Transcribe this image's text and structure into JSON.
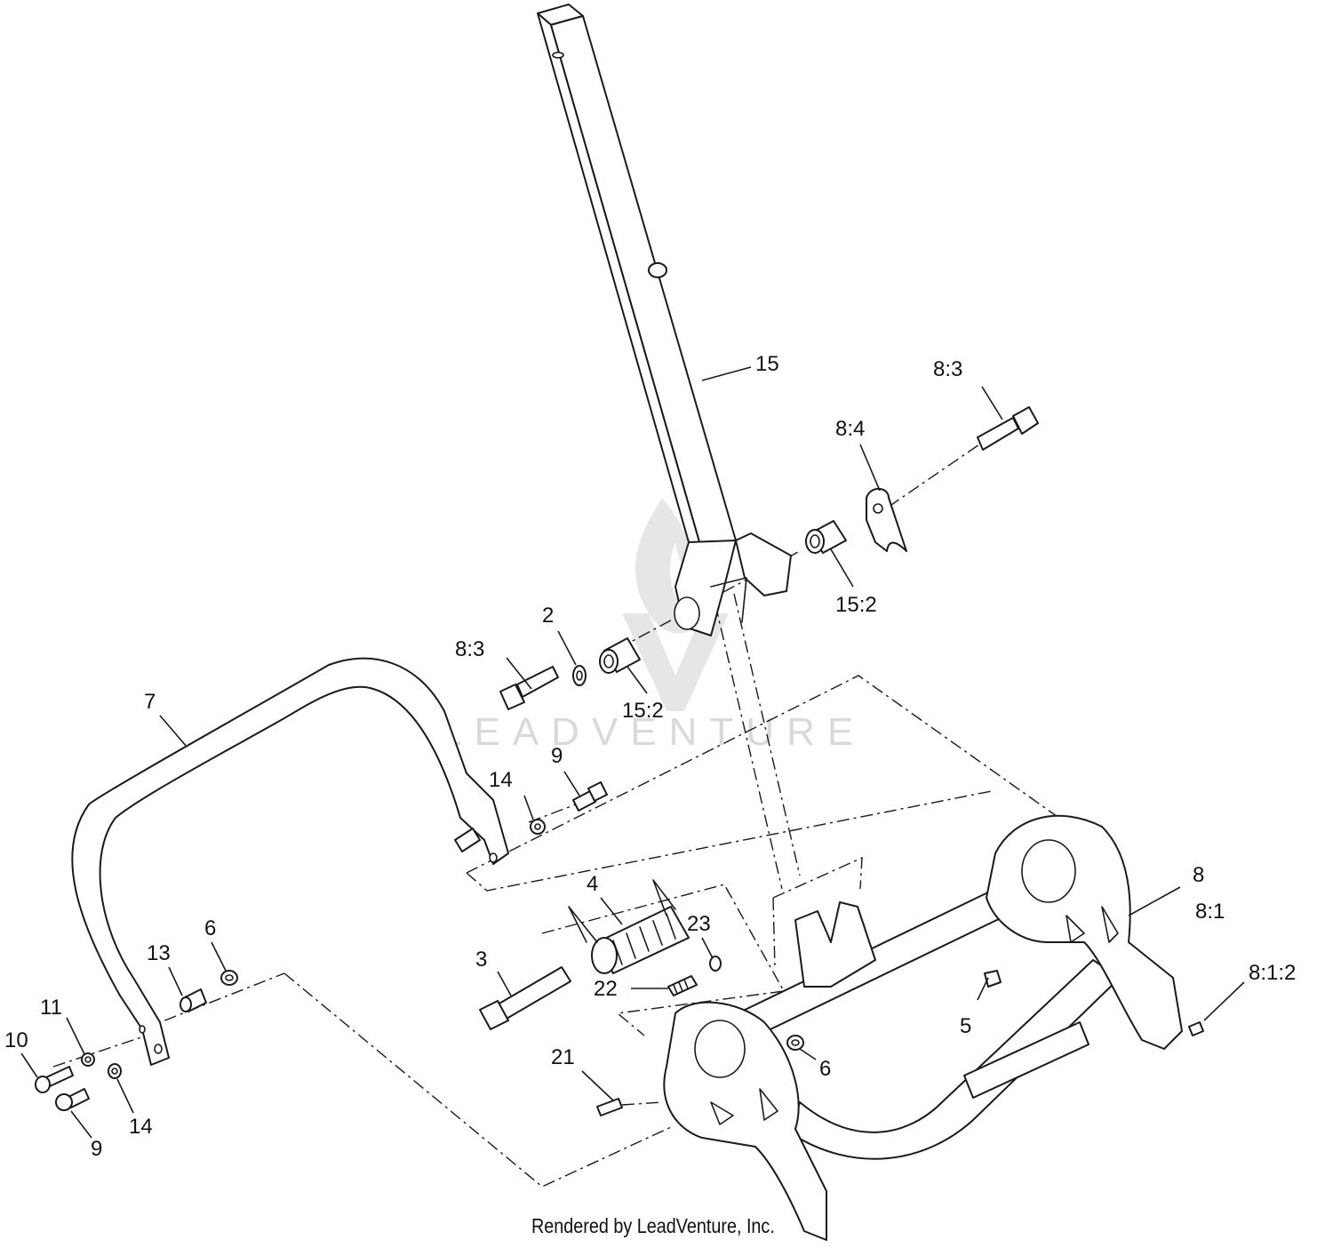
{
  "watermark": {
    "brand": "LEADVENTURE"
  },
  "footer": {
    "text": "Rendered by LeadVenture, Inc."
  },
  "callouts": {
    "c15": "15",
    "c8_3_top": "8:3",
    "c8_4": "8:4",
    "c15_2_right": "15:2",
    "c2": "2",
    "c8_3_left": "8:3",
    "c15_2_left": "15:2",
    "c7": "7",
    "c9_top": "9",
    "c14_top": "14",
    "c4": "4",
    "c23": "23",
    "c8": "8",
    "c8_1": "8:1",
    "c8_1_2": "8:1:2",
    "c3": "3",
    "c22": "22",
    "c5": "5",
    "c6_right": "6",
    "c21": "21",
    "c6_left": "6",
    "c13": "13",
    "c11": "11",
    "c10": "10",
    "c14_bottom": "14",
    "c9_bottom": "9"
  }
}
